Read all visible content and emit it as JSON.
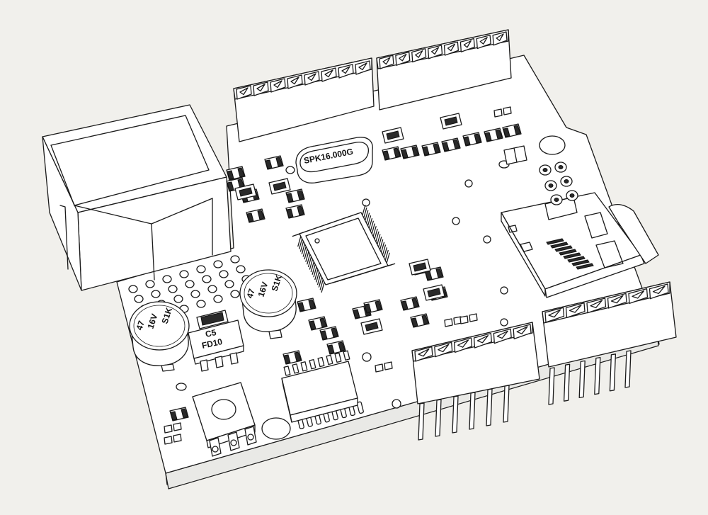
{
  "diagram": {
    "board_colors": {
      "background": "#f1f0ec",
      "line": "#1a1a1a",
      "fill": "#ffffff"
    },
    "crystal_label": "SPK16.000G",
    "regulator_label_line1": "C5",
    "regulator_label_line2": "FD10",
    "capacitor_left": {
      "line1": "47",
      "line2": "16V",
      "line3": "S1K"
    },
    "capacitor_right": {
      "line1": "47",
      "line2": "16V",
      "line3": "S1K"
    }
  }
}
